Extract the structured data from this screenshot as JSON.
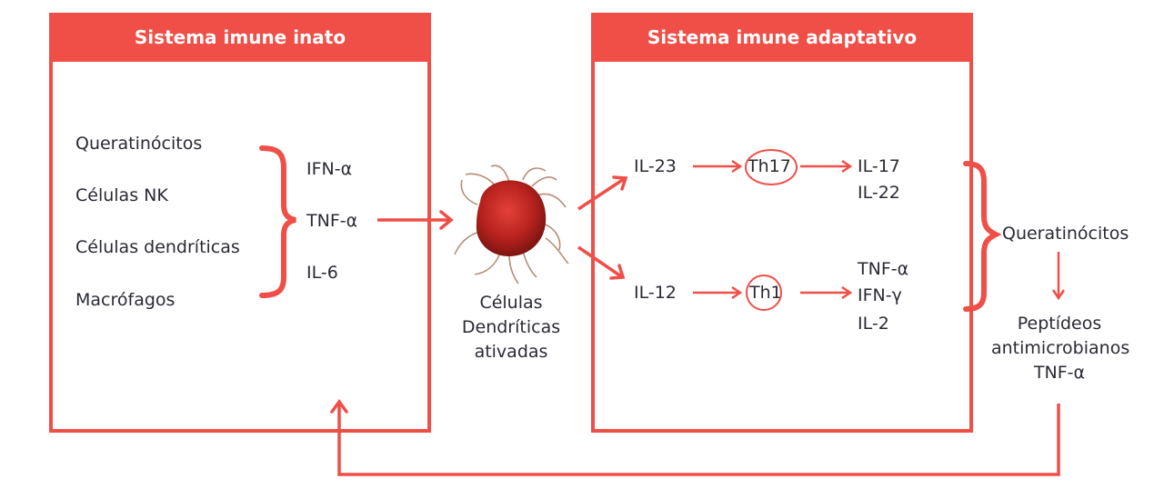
{
  "innate": {
    "title": "Sistema imune inato",
    "cells": [
      "Queratinócitos",
      "Células NK",
      "Células dendríticas",
      "Macrófagos"
    ],
    "cytokines": [
      "IFN-α",
      "TNF-α",
      "IL-6"
    ]
  },
  "dendritic": {
    "line1": "Células",
    "line2": "Dendríticas",
    "line3": "ativadas"
  },
  "adaptive": {
    "title": "Sistema imune adaptativo",
    "top": {
      "input": "IL-23",
      "cell": "Th17",
      "outputs": [
        "IL-17",
        "IL-22"
      ]
    },
    "bottom": {
      "input": "IL-12",
      "cell": "Th1",
      "outputs": [
        "TNF-α",
        "IFN-γ",
        "IL-2"
      ]
    }
  },
  "effect": {
    "target": "Queratinócitos",
    "product_line1": "Peptídeos",
    "product_line2": "antimicrobianos",
    "product_line3": "TNF-α"
  },
  "colors": {
    "accent": "#ef4f47",
    "text": "#2a2a35"
  }
}
